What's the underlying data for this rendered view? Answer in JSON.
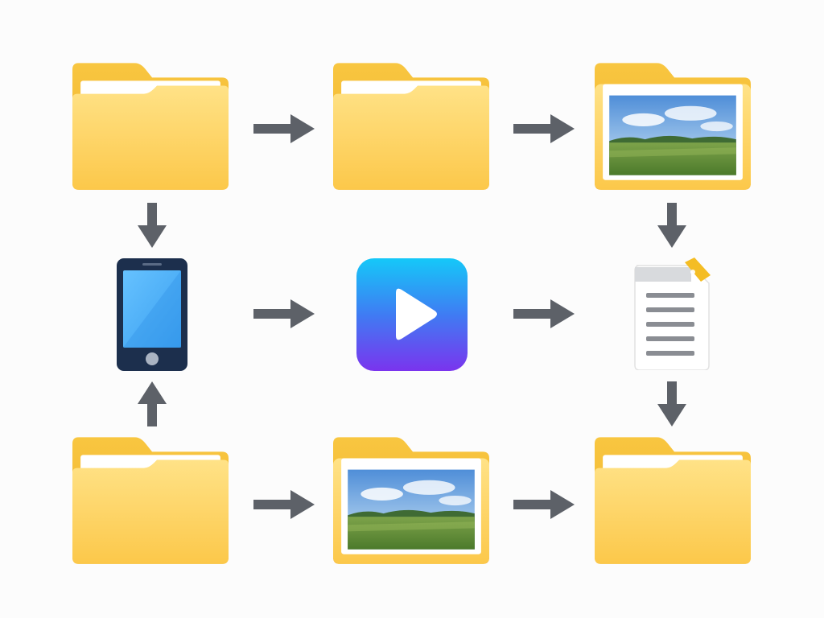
{
  "diagram": {
    "nodes": [
      {
        "id": "folder-top-left",
        "icon": "folder-icon"
      },
      {
        "id": "folder-top-middle",
        "icon": "folder-icon"
      },
      {
        "id": "photo-folder-top-right",
        "icon": "photo-folder-icon"
      },
      {
        "id": "phone",
        "icon": "smartphone-icon"
      },
      {
        "id": "video-player",
        "icon": "play-icon"
      },
      {
        "id": "document",
        "icon": "document-icon"
      },
      {
        "id": "folder-bottom-left",
        "icon": "folder-icon"
      },
      {
        "id": "photo-folder-bottom-middle",
        "icon": "photo-folder-icon"
      },
      {
        "id": "folder-bottom-right",
        "icon": "folder-icon"
      }
    ],
    "edges": [
      {
        "from": "folder-top-left",
        "to": "folder-top-middle"
      },
      {
        "from": "folder-top-middle",
        "to": "photo-folder-top-right"
      },
      {
        "from": "folder-top-left",
        "to": "phone"
      },
      {
        "from": "photo-folder-top-right",
        "to": "document"
      },
      {
        "from": "phone",
        "to": "video-player"
      },
      {
        "from": "video-player",
        "to": "document"
      },
      {
        "from": "folder-bottom-left",
        "to": "phone"
      },
      {
        "from": "document",
        "to": "folder-bottom-right"
      },
      {
        "from": "folder-bottom-left",
        "to": "photo-folder-bottom-middle"
      },
      {
        "from": "photo-folder-bottom-middle",
        "to": "folder-bottom-right"
      }
    ]
  },
  "colors": {
    "folder_back": "#f6bd3c",
    "folder_front_top": "#ffe083",
    "folder_front_bottom": "#fbc94a",
    "arrow": "#5d6168",
    "phone_body": "#1c2f4d",
    "phone_screen": "#4ab0f8",
    "play_gradient_top": "#16c4f7",
    "play_gradient_bottom": "#7b35ee",
    "document_accent": "#f4bd24"
  }
}
